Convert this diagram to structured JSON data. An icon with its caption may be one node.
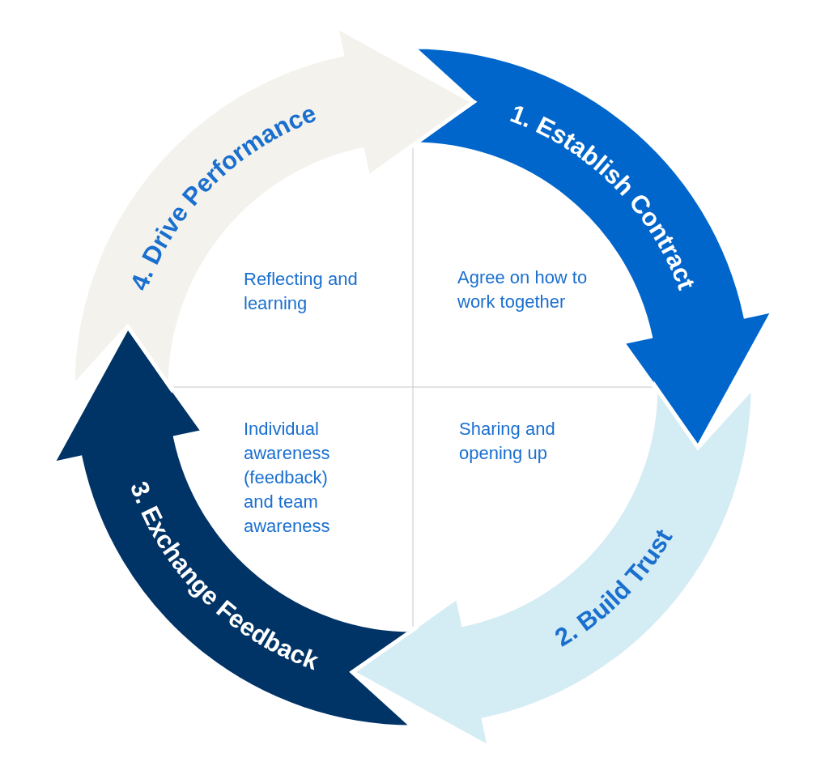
{
  "diagram": {
    "nodes": [
      {
        "text": [
          "1. Establish Contract"
        ],
        "beside": [
          "Agree on how to work together"
        ]
      },
      {
        "text": [
          "2. Build Trust"
        ],
        "beside": [
          "Sharing and opening up"
        ]
      },
      {
        "text": [
          "3. Exchange Feedback"
        ],
        "beside": [
          "Individual awareness (feedback) and team awareness"
        ]
      },
      {
        "text": [
          "4. Drive Performance"
        ],
        "beside": [
          "Reflecting and learning"
        ]
      }
    ],
    "edges": []
  }
}
